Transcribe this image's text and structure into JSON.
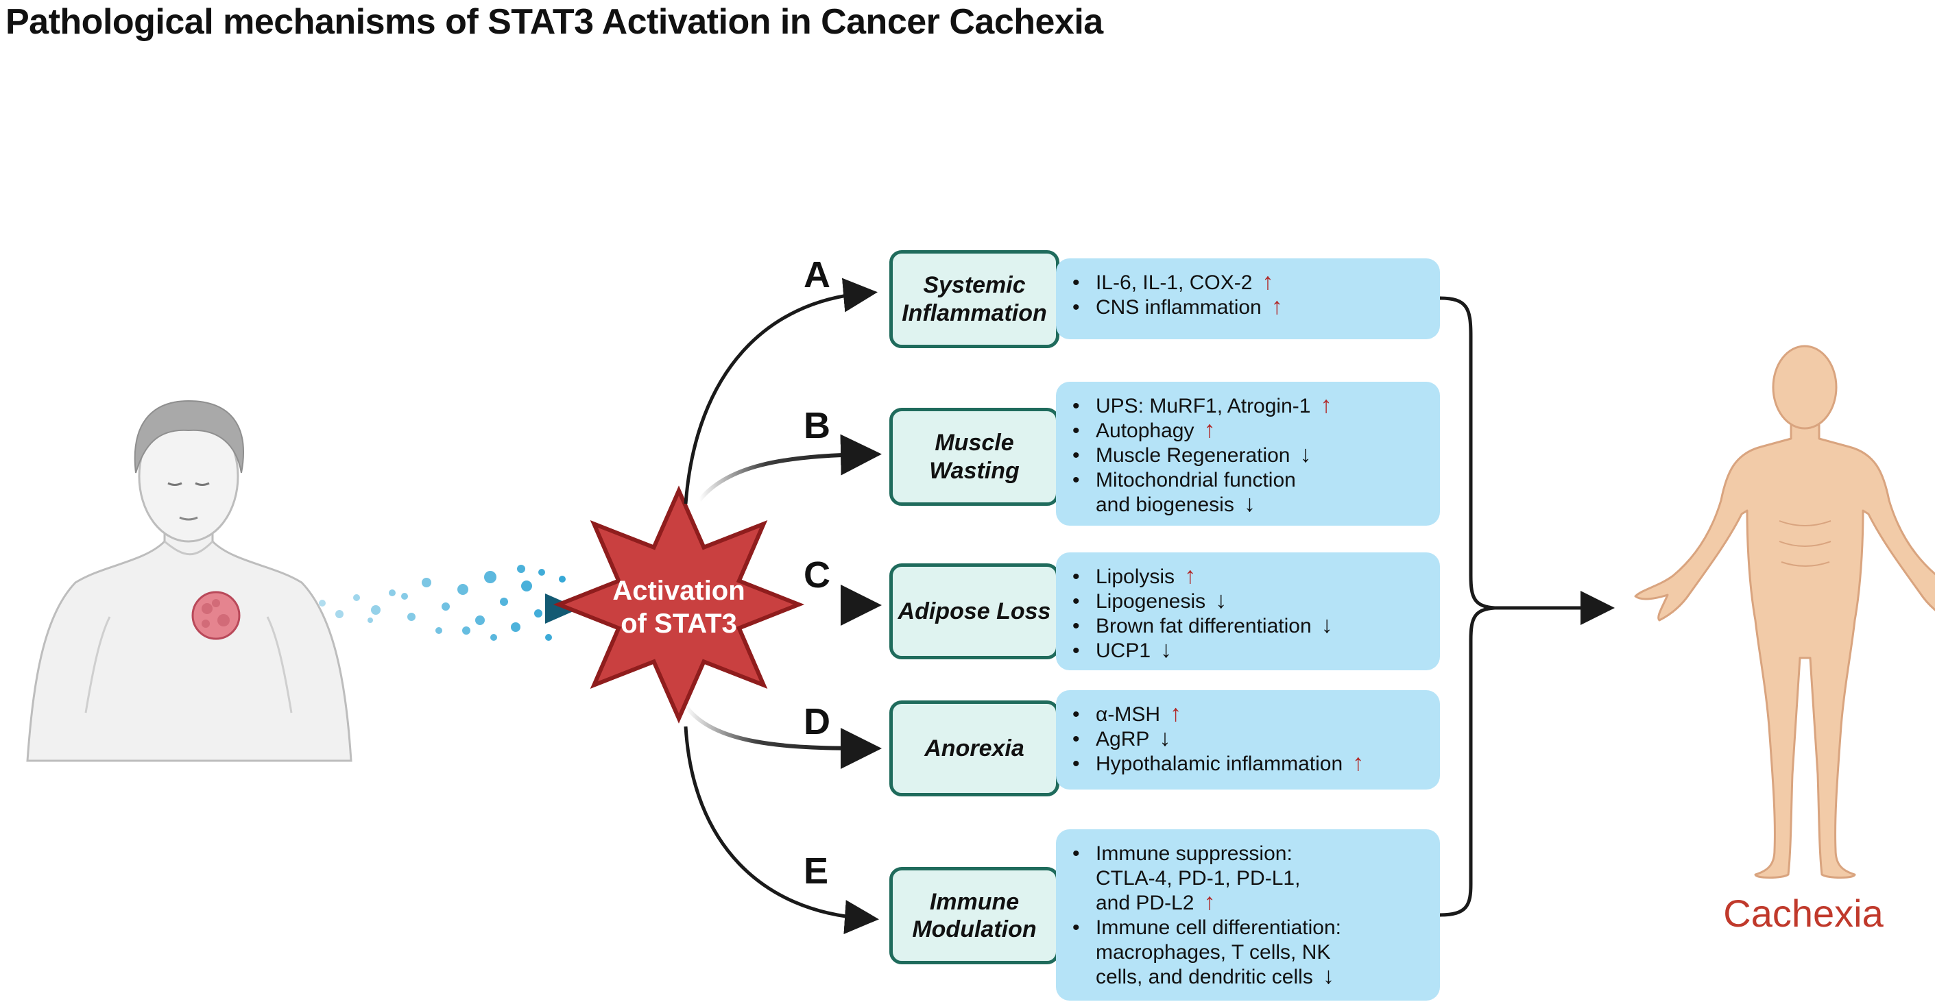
{
  "title": "Pathological mechanisms of STAT3 Activation in Cancer Cachexia",
  "center": {
    "line1": "Activation",
    "line2": "of STAT3"
  },
  "outcome_label": "Cachexia",
  "colors": {
    "category_fill": "#dff3f0",
    "category_border": "#1f6b5c",
    "detail_fill": "#b5e3f7",
    "star_fill": "#c94040",
    "star_border": "#8f1d1d",
    "arrow_up": "#b12a2a",
    "arrow_down": "#111111",
    "particle": "#2ba3d4",
    "main_arrow": "#135a73",
    "skin": "#f2cba8",
    "outcome_text": "#c0392b"
  },
  "mechanisms": [
    {
      "letter": "A",
      "category": [
        "Systemic",
        "Inflammation"
      ],
      "items": [
        {
          "lines": [
            "IL-6, IL-1, COX-2"
          ],
          "trend": "up"
        },
        {
          "lines": [
            "CNS inflammation"
          ],
          "trend": "up"
        }
      ]
    },
    {
      "letter": "B",
      "category": [
        "Muscle",
        "Wasting"
      ],
      "items": [
        {
          "lines": [
            "UPS: MuRF1, Atrogin-1"
          ],
          "trend": "up"
        },
        {
          "lines": [
            "Autophagy"
          ],
          "trend": "up"
        },
        {
          "lines": [
            "Muscle Regeneration"
          ],
          "trend": "down"
        },
        {
          "lines": [
            "Mitochondrial function",
            "and  biogenesis"
          ],
          "trend": "down"
        }
      ]
    },
    {
      "letter": "C",
      "category": [
        "Adipose Loss"
      ],
      "items": [
        {
          "lines": [
            "Lipolysis"
          ],
          "trend": "up"
        },
        {
          "lines": [
            "Lipogenesis"
          ],
          "trend": "down"
        },
        {
          "lines": [
            "Brown fat differentiation"
          ],
          "trend": "down"
        },
        {
          "lines": [
            "UCP1"
          ],
          "trend": "down"
        }
      ]
    },
    {
      "letter": "D",
      "category": [
        "Anorexia"
      ],
      "items": [
        {
          "lines": [
            "α-MSH"
          ],
          "trend": "up"
        },
        {
          "lines": [
            "AgRP"
          ],
          "trend": "down"
        },
        {
          "lines": [
            "Hypothalamic  inflammation"
          ],
          "trend": "up"
        }
      ]
    },
    {
      "letter": "E",
      "category": [
        "Immune",
        "Modulation"
      ],
      "items": [
        {
          "lines": [
            "Immune suppression:",
            "CTLA-4,  PD-1, PD-L1,",
            "and PD-L2"
          ],
          "trend": "up"
        },
        {
          "lines": [
            "Immune cell differentiation:",
            "macrophages, T cells, NK",
            "cells, and dendritic cells"
          ],
          "trend": "down"
        }
      ]
    }
  ]
}
